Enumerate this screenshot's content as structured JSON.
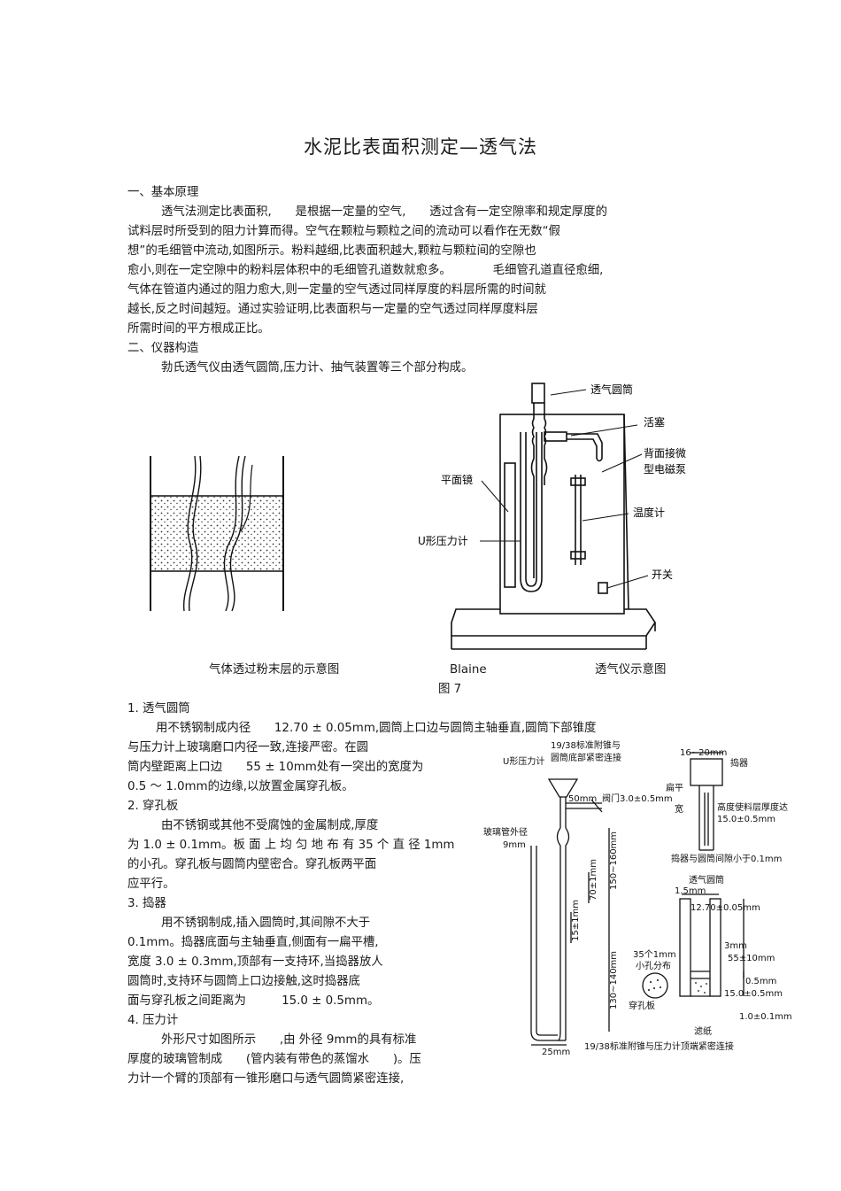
{
  "title": "水泥比表面积测定—透气法",
  "section1": {
    "heading": "一、基本原理",
    "lines": [
      "透气法测定比表面积,　　是根据一定量的空气,　　透过含有一定空隙率和规定厚度的",
      "试料层时所受到的阻力计算而得。空气在颗粒与颗粒之间的流动可以看作在无数“假",
      "想”的毛细管中流动,如图所示。粉料越细,比表面积越大,颗粒与颗粒间的空隙也",
      "愈小,则在一定空隙中的粉料层体积中的毛细管孔道数就愈多。　　　　毛细管孔道直径愈细,",
      "气体在管道内通过的阻力愈大,则一定量的空气透过同样厚度的料层所需的时间就",
      "越长,反之时间越短。通过实验证明,比表面积与一定量的空气透过同样厚度料层",
      "所需时间的平方根成正比。"
    ]
  },
  "section2": {
    "heading": "二、仪器构造",
    "intro": "勃氏透气仪由透气圆筒,压力计、抽气装置等三个部分构成。"
  },
  "figure7": {
    "caption_left": "气体透过粉末层的示意图",
    "caption_mid": "Blaine",
    "caption_right": "透气仪示意图",
    "figure_label": "图 7",
    "labels": {
      "cylinder": "透气圆筒",
      "stopcock": "活塞",
      "magnet": "背面接微",
      "magnet2": "型电磁泵",
      "mirror": "平面镜",
      "thermometer": "温度计",
      "manometer": "U形压力计",
      "switch": "开关"
    }
  },
  "items": [
    {
      "heading": "1. 透气圆筒",
      "lines": [
        "用不锈钢制成内径　　12.70 ± 0.05mm,圆筒上口边与圆筒主轴垂直,圆筒下部锥度",
        "与压力计上玻璃磨口内径一致,连接严密。在圆",
        "筒内壁距离上口边　　55 ± 10mm处有一突出的宽度为",
        "0.5 ～ 1.0mm的边缘,以放置金属穿孔板。"
      ]
    },
    {
      "heading": "2. 穿孔板",
      "lines": [
        "由不锈钢或其他不受腐蚀的金属制成,厚度",
        "为 1.0 ± 0.1mm。板 面 上 均 匀 地 布 有 35 个 直 径 1mm",
        "的小孔。穿孔板与圆筒内壁密合。穿孔板两平面",
        "应平行。"
      ]
    },
    {
      "heading": "3. 捣器",
      "lines": [
        "用不锈钢制成,插入圆筒时,其间隙不大于",
        "0.1mm。捣器底面与主轴垂直,侧面有一扁平槽,",
        "宽度 3.0 ± 0.3mm,顶部有一支持环,当捣器放人",
        "圆筒时,支持环与圆筒上口边接触,这时捣器底",
        "面与穿孔板之间距离为　　　15.0 ± 0.5mm。"
      ]
    },
    {
      "heading": "4. 压力计",
      "lines": [
        "外形尺寸如图所示　　,由 外径 9mm的具有标准",
        "厚度的玻璃管制成　　(管内装有带色的蒸馏水　　)。压",
        "力计一个臂的顶部有一锥形磨口与透气圆筒紧密连接,"
      ]
    }
  ],
  "drawing": {
    "l_ground": "19/38标准附锥与",
    "l_ground2": "圆筒底部紧密连接",
    "l_umano": "U形压力计",
    "l_50": "50mm",
    "l_valve": "阀门3.0±0.5mm",
    "l_glass": "玻璃管外径",
    "l_9": "9mm",
    "l_150": "150~160mm",
    "l_70": "70±1mm",
    "l_15": "15±1mm",
    "l_130": "130~140mm",
    "l_25": "25mm",
    "l_bottom": "19/38标准附锥与压力计顶端紧密连接",
    "l_1620": "16~20mm",
    "l_tamper": "捣器",
    "l_flat": "扁平",
    "l_wide": "宽",
    "l_height": "高度使料层厚度达",
    "l_height2": "15.0±0.5mm",
    "l_gap": "捣器与圆筒间隙小于0.1mm",
    "l_cyl": "透气圆筒",
    "l_15mm": "1.5mm",
    "l_1270": "12.70±0.05mm",
    "l_3mm": "3mm",
    "l_55": "55±10mm",
    "l_05": "0.5mm",
    "l_35": "35个1mm",
    "l_35b": "小孔分布",
    "l_plate": "穿孔板",
    "l_150b": "15.0±0.5mm",
    "l_10": "1.0±0.1mm",
    "l_filter": "滤纸"
  }
}
